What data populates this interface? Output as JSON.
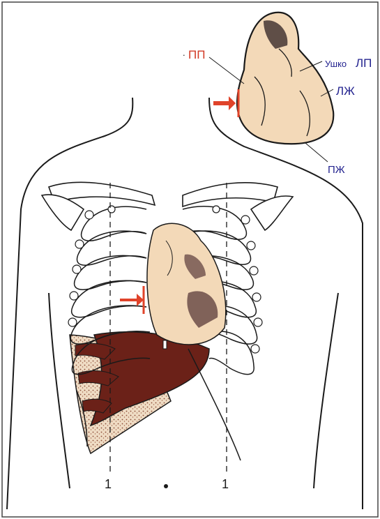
{
  "labels": {
    "pp": "ПП",
    "ushko": "Ушко",
    "lp": "ЛП",
    "lzh": "ЛЖ",
    "pzh": "ПЖ",
    "line_left": "1",
    "line_right": "1"
  },
  "colors": {
    "outline": "#1a1a1a",
    "heart_fill": "#f3d9b8",
    "liver": "#6b2118",
    "lung_pattern": "#e8d2b8",
    "arrow": "#e0432a",
    "red_label": "#d23a26",
    "blue_label": "#23238f"
  }
}
